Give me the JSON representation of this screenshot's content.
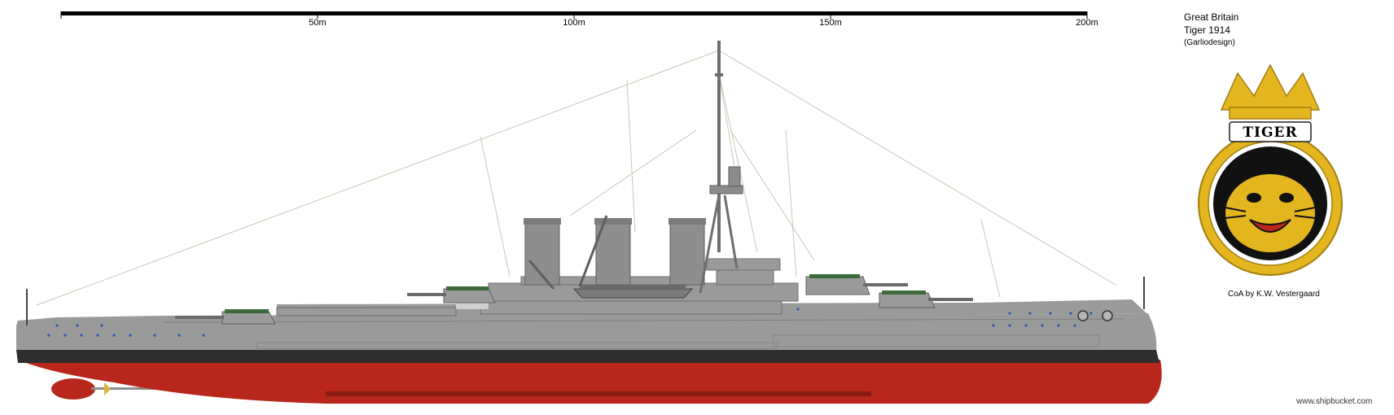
{
  "scale_bar": {
    "ticks": [
      "50m",
      "100m",
      "150m",
      "200m"
    ]
  },
  "title_block": {
    "country": "Great Britain",
    "ship": "Tiger 1914",
    "designer": "(Garliodesign)"
  },
  "badge": {
    "name": "TIGER",
    "credit": "CoA by K.W. Vestergaard"
  },
  "footer": {
    "site": "www.shipbucket.com"
  },
  "colors": {
    "hull_upper": "#9a9a9a",
    "boot_top": "#2e2e2e",
    "hull_lower": "#b8261c",
    "deck": "#c4c4c4",
    "gun_roof": "#3c6a3a",
    "badge_gold": "#e3b51e",
    "badge_field": "#111111"
  }
}
